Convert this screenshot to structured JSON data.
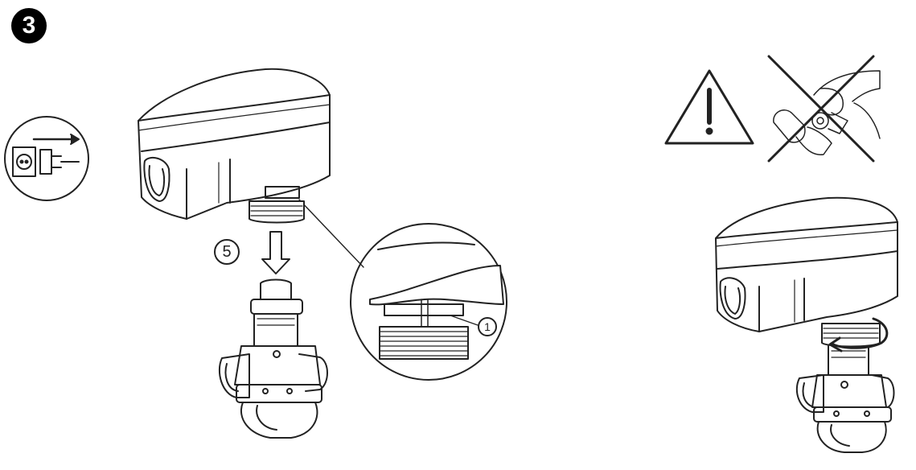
{
  "step": {
    "number": "3"
  },
  "markers": {
    "sequence": "5",
    "detail": "1"
  },
  "icons": {
    "unplug": "unplug-power-icon",
    "warning": "warning-triangle-icon",
    "prohibited": "prohibited-hand-tool-icon",
    "rotate": "rotate-arrow-icon",
    "down_arrow": "down-arrow-icon"
  },
  "colors": {
    "line": "#222222",
    "fill": "#ffffff",
    "badge": "#000000"
  }
}
